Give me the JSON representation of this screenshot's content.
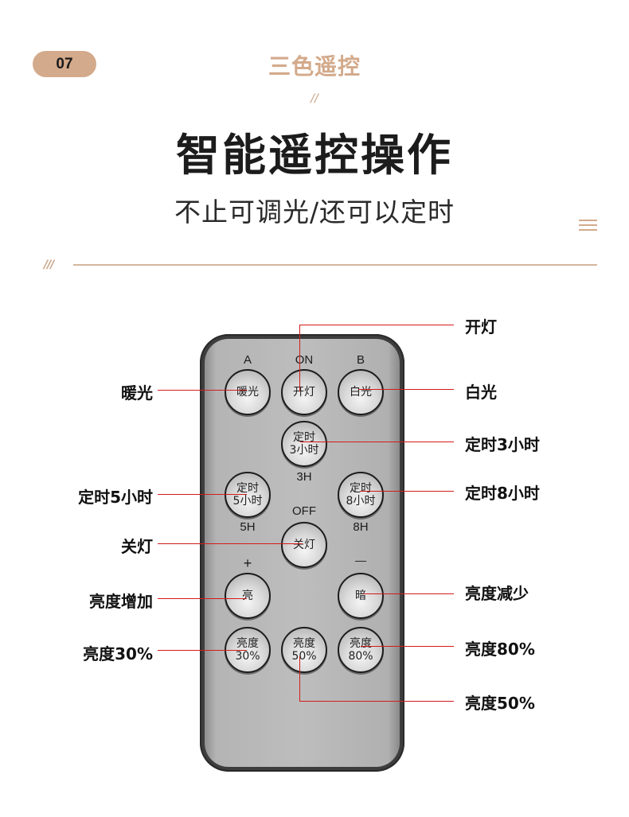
{
  "header": {
    "badge": "07",
    "subtitle": "三色遥控",
    "slashes": "//",
    "title": "智能遥控操作",
    "tagline": "不止可调光/还可以定时",
    "hatch": "///"
  },
  "remote": {
    "key_labels": {
      "a": "A",
      "on": "ON",
      "b": "B",
      "h3": "3H",
      "h5": "5H",
      "off": "OFF",
      "h8": "8H",
      "plus": "+",
      "minus": "—"
    },
    "buttons": {
      "warm": [
        "暖光"
      ],
      "on": [
        "开灯"
      ],
      "white": [
        "白光"
      ],
      "timer3": [
        "定时",
        "3小时"
      ],
      "timer5": [
        "定时",
        "5小时"
      ],
      "timer8": [
        "定时",
        "8小时"
      ],
      "off": [
        "关灯"
      ],
      "brighter": [
        "亮"
      ],
      "dimmer": [
        "暗"
      ],
      "b30": [
        "亮度",
        "30%"
      ],
      "b50": [
        "亮度",
        "50%"
      ],
      "b80": [
        "亮度",
        "80%"
      ]
    }
  },
  "callouts": {
    "left": {
      "warm": "暖光",
      "timer5": "定时5小时",
      "off": "关灯",
      "brighter": "亮度增加",
      "b30": "亮度30%"
    },
    "right": {
      "on": "开灯",
      "white": "白光",
      "timer3": "定时3小时",
      "timer8": "定时8小时",
      "dimmer": "亮度减少",
      "b80": "亮度80%",
      "b50": "亮度50%"
    }
  },
  "colors": {
    "accent": "#d3aa8b",
    "callout_line": "#d31b1b",
    "remote_body": "#3d3d3d"
  }
}
